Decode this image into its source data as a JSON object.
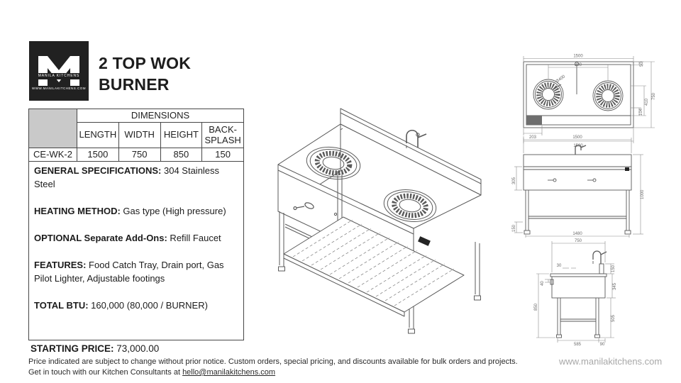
{
  "header": {
    "logo": {
      "brand": "MANILA KITCHENS",
      "website": "WWW.MANILAKITCHENS.COM"
    },
    "title": "2 TOP WOK\nBURNER"
  },
  "spec_table": {
    "group_header": "DIMENSIONS",
    "columns": [
      "LENGTH",
      "WIDTH",
      "HEIGHT",
      "BACK-SPLASH"
    ],
    "row": {
      "model": "CE-WK-2",
      "length": "1500",
      "width": "750",
      "height": "850",
      "backsplash": "150"
    }
  },
  "specifications": [
    {
      "label": "GENERAL SPECIFICATIONS:",
      "value": " 304 Stainless Steel"
    },
    {
      "label": "HEATING METHOD:",
      "value": " Gas type (High pressure)"
    },
    {
      "label": "OPTIONAL Separate Add-Ons:",
      "value": " Refill Faucet"
    },
    {
      "label": "FEATURES:",
      "value": " Food Catch Tray, Drain port, Gas Pilot Lighter, Adjustable footings"
    },
    {
      "label": "TOTAL BTU:",
      "value": " 160,000 (80,000 / BURNER)"
    }
  ],
  "pricing": {
    "label": "STARTING PRICE:",
    "value": " 73,000.00"
  },
  "footer": {
    "disclaimer": "Price indicated are subject to change without prior notice. Custom orders, special pricing, and discounts available for bulk orders and projects.",
    "contact_prefix": "Get in touch with our Kitchen Consultants at ",
    "contact_email": "hello@manilakitchens.com",
    "website": "www.manilakitchens.com"
  },
  "drawings": {
    "top_view": {
      "len_top": "1500",
      "spacing": "800",
      "dia": "Ø400",
      "gap": "50",
      "depth": "750",
      "d104": "104",
      "d410": "410",
      "d203": "203",
      "len_bottom": "1500"
    },
    "front_view": {
      "len": "1500",
      "d305": "305",
      "d150": "150",
      "height": "1000",
      "span": "1480"
    },
    "side_view": {
      "depth": "750",
      "d30": "30",
      "d40": "40",
      "height": "850",
      "d150": "150",
      "d345": "345",
      "d505": "505",
      "d585": "585",
      "d90": "90"
    }
  },
  "colors": {
    "ink": "#1c1c1c",
    "line": "#5a5a5a",
    "dim": "#6b6b6b",
    "table_gray": "#c9c9c9",
    "site_gray": "#a8a8a8"
  }
}
